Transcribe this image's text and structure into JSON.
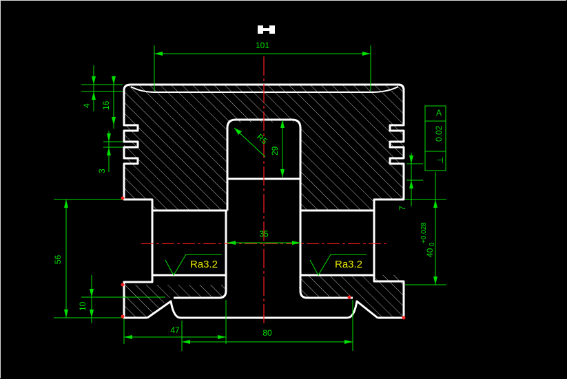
{
  "drawing": {
    "dimensions": {
      "top_width": "101",
      "groove_top": "4",
      "groove_pitch": "16",
      "groove_width": "3",
      "radius": "R5",
      "bore_depth": "29",
      "bore_width": "35",
      "left_height": "56",
      "bottom_thickness": "10",
      "half_span": "47",
      "bottom_span": "80",
      "right_step": "7",
      "right_height": "40",
      "right_tol_upper": "+0.028",
      "right_tol_lower": "0"
    },
    "roughness": {
      "left": "Ra3.2",
      "right": "Ra3.2"
    },
    "tolerance_frame": {
      "symbol": "⊥",
      "value": "0.02",
      "datum": "A"
    },
    "colors": {
      "background": "#000000",
      "outline": "#ffffff",
      "dimension": "#00e000",
      "centerline": "#ff2020",
      "roughness": "#e8e800"
    }
  }
}
